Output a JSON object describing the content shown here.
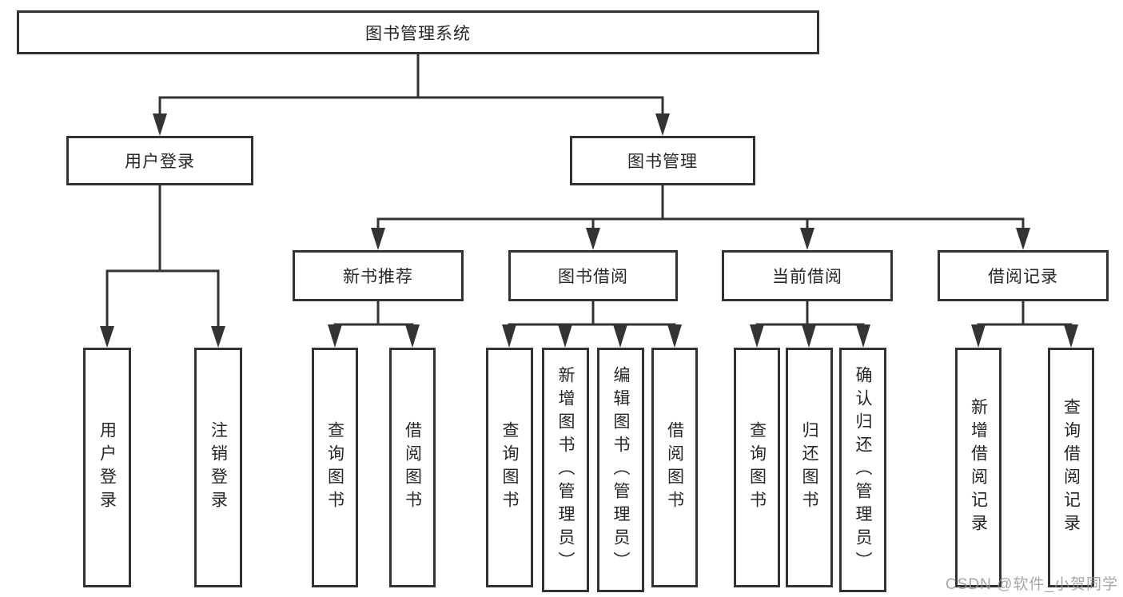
{
  "diagram": {
    "root": {
      "label": "图书管理系统"
    },
    "branches": [
      {
        "label": "用户登录",
        "leaves": [
          {
            "label": "用户登录"
          },
          {
            "label": "注销登录"
          }
        ]
      },
      {
        "label": "图书管理",
        "groups": [
          {
            "label": "新书推荐",
            "leaves": [
              {
                "label": "查询图书"
              },
              {
                "label": "借阅图书"
              }
            ]
          },
          {
            "label": "图书借阅",
            "leaves": [
              {
                "label": "查询图书"
              },
              {
                "label": "新增图书（管理员）"
              },
              {
                "label": "编辑图书（管理员）"
              },
              {
                "label": "借阅图书"
              }
            ]
          },
          {
            "label": "当前借阅",
            "leaves": [
              {
                "label": "查询图书"
              },
              {
                "label": "归还图书"
              },
              {
                "label": "确认归还（管理员）"
              }
            ]
          },
          {
            "label": "借阅记录",
            "leaves": [
              {
                "label": "新增借阅记录"
              },
              {
                "label": "查询借阅记录"
              }
            ]
          }
        ]
      }
    ]
  },
  "watermark": {
    "text": "CSDN @软件_小贺同学"
  },
  "colors": {
    "line": "#333333",
    "box_border": "#333333",
    "text": "#262626",
    "background": "#ffffff",
    "watermark": "#969696"
  }
}
